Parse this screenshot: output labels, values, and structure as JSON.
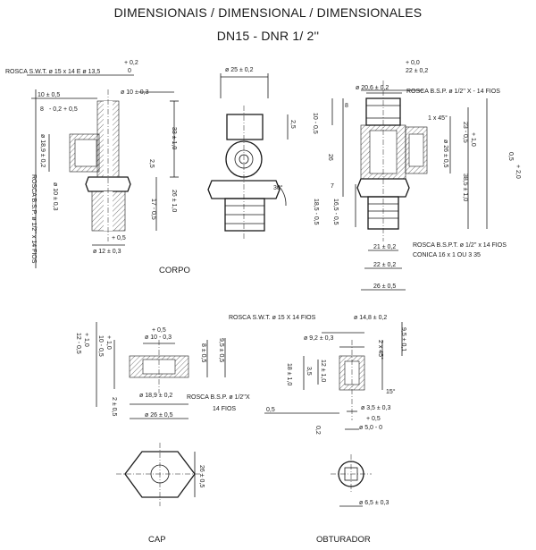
{
  "title_line1": "DIMENSIONAIS / DIMENSIONAL / DIMENSIONALES",
  "title_line2": "DN15 - DNR 1/ 2''",
  "views": {
    "corpo": "CORPO",
    "cap": "CAP",
    "obturador": "OBTURADOR"
  },
  "corpo_dims": {
    "rosca_swt": "ROSCA S.W.T. ø 15 x 14 E ø 13,5",
    "tol_top": "+ 0,2",
    "tol_zero": "0",
    "d10_05": "10 ± 0,5",
    "d8": "8",
    "tol_8": "- 0,2 + 0,5",
    "phi10": "ø 10 ± 0,3",
    "d33": "33 ± 1,0",
    "d2_5": "2,5",
    "phi18_9": "ø 18,9 ± 0,2",
    "phi10_v": "ø 10 ± 0,3",
    "d26": "26 ± 1,0",
    "d17": "17 - 0,5",
    "rosca_bsp": "ROSCA B.S.P. ø 1/2'' x 14 FIOS",
    "tol_05": "+ 0,5",
    "phi12": "ø 12 ± 0,3"
  },
  "side_dims": {
    "phi25": "ø 25 ± 0,2",
    "d2_5": "2,5",
    "d30": "30°"
  },
  "section_dims": {
    "tol_00": "+ 0,0",
    "d22": "22 ± 0,2",
    "phi20_6": "ø 20,6 ± 0,2",
    "rosca_bsp": "ROSCA B.S.P. ø 1/2'' X - 14 FIOS",
    "d10_05": "10 - 0,5",
    "d8": "8",
    "chamfer": "1 x 45°",
    "d23": "23 - 0,5",
    "d23_tol": "+ 1,0",
    "d0_5": "0,5",
    "d2_0": "+ 2,0",
    "phi26_5": "ø 26 ± 0,5",
    "d26": "26",
    "d38_5": "38,5 ± 1,0",
    "d7": "7",
    "d16_5": "16,5 - 0,5",
    "d18_5": "18,5 - 0,5",
    "d21": "21 ± 0,2",
    "rosca_bspt": "ROSCA  B.S.P.T.  ø  1/2''  x 14 FIOS",
    "conica": "CONICA        16 x 1 OU 3  35",
    "d26_05": "26 ± 0,5"
  },
  "cap_dims": {
    "d12": "12 - 0,5",
    "d12_tol": "+ 1,0",
    "d10": "10 - 0,5",
    "d10_tol": "+ 1,0",
    "tol_05": "+ 0,5",
    "phi10": "ø 10 - 0,3",
    "d8": "8 ± 0,5",
    "d9_5": "9,5 ± 0,5",
    "phi18_9": "ø 18,9 ± 0,2",
    "rosca_bsp": "ROSCA B.S.P. ø 1/2''X",
    "fios": "14 FIOS",
    "d2": "2 ± 0,5",
    "phi26": "ø 26 ± 0,5",
    "d26": "26 ± 0,5"
  },
  "obt_dims": {
    "rosca_swt": "ROSCA S.W.T. ø 15 X 14 FIOS",
    "phi14_8": "ø 14,8 ± 0,2",
    "phi9_2": "ø 9,2 ± 0,3",
    "d2x45": "2 x 45°",
    "d9_5": "9,5 ± 0,1",
    "d18": "18 ± 1,0",
    "d3_5": "3,5",
    "d12": "12 ± 1,0",
    "d15": "15°",
    "d0_5": "0,5",
    "phi3_5": "ø 3,5 ± 0,3",
    "tol_05": "+ 0,5",
    "phi5": "ø 5,0 - 0",
    "d0_2": "0,2",
    "phi6_5": "ø 6,5 ± 0,3"
  }
}
